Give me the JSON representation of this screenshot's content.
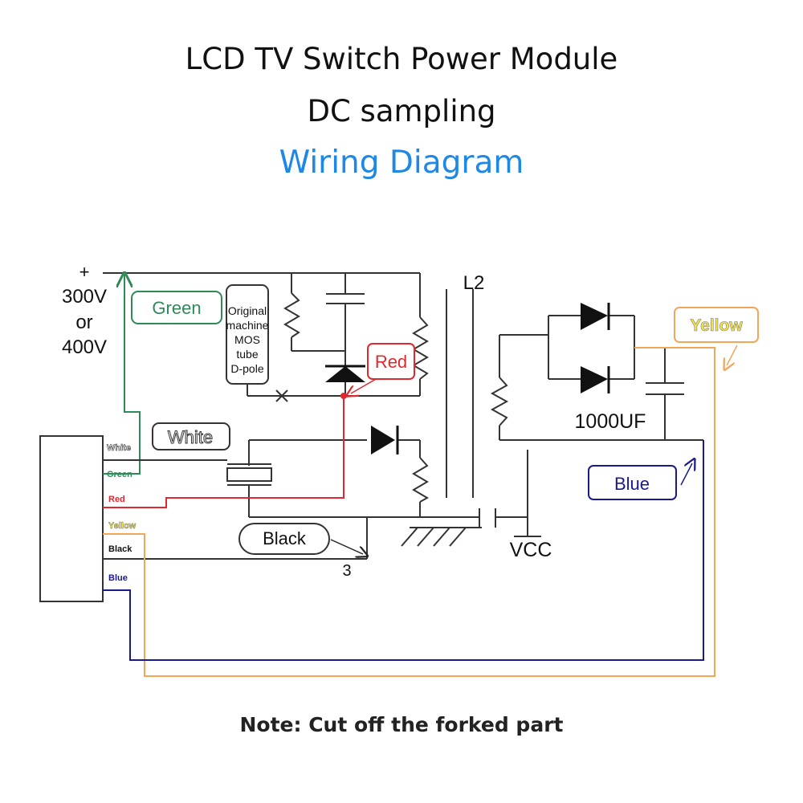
{
  "title": {
    "line1": "LCD TV Switch Power Module",
    "line2": "DC sampling",
    "line3": "Wiring Diagram"
  },
  "input": {
    "plus": "+",
    "v1": "300V",
    "or": "or",
    "v2": "400V"
  },
  "mos_box": [
    "Original",
    "machine",
    "MOS",
    "tube",
    "D-pole"
  ],
  "callouts": {
    "green": "Green",
    "white": "White",
    "red": "Red",
    "black": "Black",
    "yellow": "Yellow",
    "blue": "Blue"
  },
  "pins": [
    "White",
    "Green",
    "Red",
    "Yellow",
    "Black",
    "Blue"
  ],
  "components": {
    "inductor": "L2",
    "capacitor": "1000UF",
    "vcc": "VCC",
    "pin_number": "3"
  },
  "note": "Note: Cut off the forked part",
  "colors": {
    "green": "#2e8b57",
    "red": "#e0282e",
    "yellow": "#f2a65a",
    "blue": "#1a1a8c",
    "title_blue": "#1e88e5"
  }
}
